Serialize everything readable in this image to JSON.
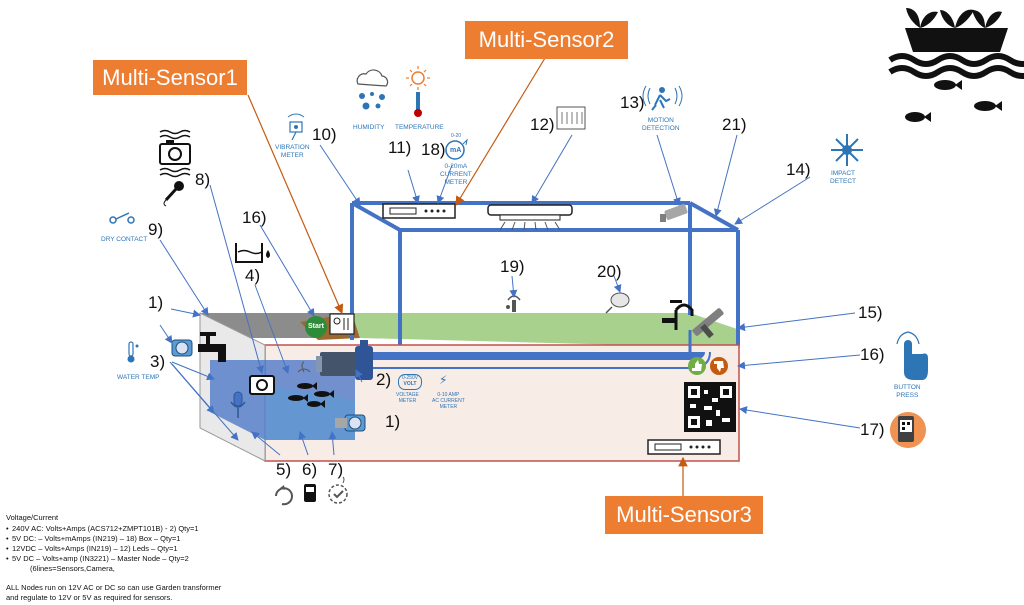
{
  "multi_sensors": [
    "Multi-Sensor1",
    "Multi-Sensor2",
    "Multi-Sensor3"
  ],
  "numbers": {
    "n1a": "1)",
    "n1b": "1)",
    "n2": "2)",
    "n3": "3)",
    "n4": "4)",
    "n5": "5)",
    "n6": "6)",
    "n7": "7)",
    "n8": "8)",
    "n9": "9)",
    "n10": "10)",
    "n11": "11)",
    "n12": "12)",
    "n13": "13)",
    "n14": "14)",
    "n15": "15)",
    "n16a": "16)",
    "n16b": "16)",
    "n17": "17)",
    "n18": "18)",
    "n19": "19)",
    "n20": "20)",
    "n21": "21)"
  },
  "labels": {
    "humidity": "HUMIDITY",
    "temperature": "TEMPERATURE",
    "vibration_1": "VIBRATION",
    "vibration_2": "METER",
    "current_1": "0-20mA",
    "current_2": "CURRENT",
    "current_3": "METER",
    "current_range": "0-20",
    "current_unit": "mA",
    "dry_contact": "DRY CONTACT",
    "water_temp": "WATER TEMP",
    "motion_1": "MOTION",
    "motion_2": "DETECTION",
    "impact_1": "IMPACT",
    "impact_2": "DETECT",
    "button_1": "BUTTON",
    "button_2": "PRESS",
    "voltage_meter_1": "VOLTAGE",
    "voltage_meter_2": "METER",
    "voltage_icon": "VOLT",
    "voltage_icon_small": "0-250V",
    "ac_meter_1": "0-10 AMP",
    "ac_meter_2": "AC CURRENT",
    "ac_meter_3": "METER",
    "start": "Start"
  },
  "notes": {
    "title": "Voltage/Current",
    "items": [
      "240V AC: Volts+Amps (ACS712+ZMPT101B) - 2) Qty=1",
      "5V DC: – Volts+mAmps (IN219) – 18) Box – Qty=1",
      "12VDC – Volts+Amps (IN219) – 12) Leds – Qty=1",
      "5V DC – Volts+amp (IN3221) – Master Node – Qty=2"
    ],
    "item_cont": "(6lines=Sensors,Camera,",
    "footer_1": "ALL Nodes run on 12V AC or DC so can use Garden transformer",
    "footer_2": "and regulate to 12V or 5V as required for sensors."
  },
  "colors": {
    "orange": "#ed7d31",
    "frame_blue": "#4472c4",
    "label_blue": "#2e75b6",
    "tank_fill": "#f7ece6",
    "tank_border": "#c0504d",
    "grass": "#a9d18e",
    "soil": "#7f7f7f",
    "water": "#5b9bd5"
  },
  "icons": [
    "plant-boat-fish-logo",
    "cloud-rain-icon",
    "sun-thermometer-icon",
    "vibration-sensor-icon",
    "camera-icon",
    "microphone-icon",
    "dry-contact-icon",
    "tank-level-icon",
    "water-meter-icon",
    "tap-icon",
    "pump-icon",
    "fish-icon",
    "thermometer-icon",
    "milliamp-meter-icon",
    "led-panel-icon",
    "motion-runner-icon",
    "cctv-camera-icon",
    "impact-icon",
    "sprinkler-icon",
    "seed-icon",
    "hose-tap-icon",
    "spray-gun-icon",
    "thumb-up-icon",
    "thumb-down-icon",
    "qr-code-icon",
    "button-press-icon",
    "phone-qr-icon",
    "ph-meter-icon",
    "recycle-icon",
    "checkmark-icon"
  ]
}
